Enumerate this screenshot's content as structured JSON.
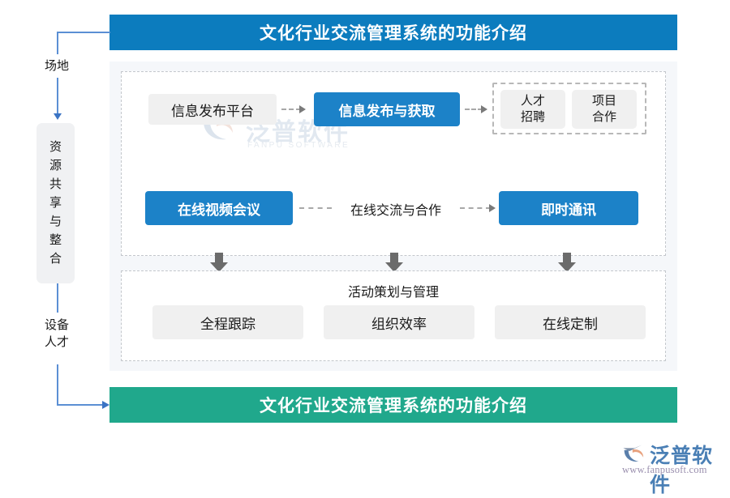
{
  "header": {
    "title": "文化行业交流管理系统的功能介绍"
  },
  "footer": {
    "title": "文化行业交流管理系统的功能介绍"
  },
  "sidebar": {
    "top_label": "场地",
    "vertical_box_chars": [
      "资",
      "源",
      "共",
      "享",
      "与",
      "整",
      "合"
    ],
    "bottom_label_line1": "设备",
    "bottom_label_line2": "人才"
  },
  "watermark": {
    "text": "泛普软件",
    "subtext": "FANPU SOFTWARE"
  },
  "flow": {
    "row1": {
      "source": "信息发布平台",
      "process": "信息发布与获取",
      "outputs": [
        "人才\n招聘",
        "项目\n合作"
      ],
      "output_1_line1": "人才",
      "output_1_line2": "招聘",
      "output_2_line1": "项目",
      "output_2_line2": "合作"
    },
    "row2": {
      "left": "在线视频会议",
      "label": "在线交流与合作",
      "right": "即时通讯"
    },
    "bottom": {
      "title": "活动策划与管理",
      "items": [
        "全程跟踪",
        "组织效率",
        "在线定制"
      ]
    }
  },
  "logo": {
    "name": "泛普软件",
    "url": "www.fanpusoft.com"
  },
  "colors": {
    "banner_blue": "#0c7cbe",
    "banner_green": "#20a88c",
    "box_blue": "#1c82c8",
    "box_gray": "#f0f0f0",
    "panel_bg": "#f5f7fa",
    "connector_blue": "#5b8fd4",
    "arrow_gray": "#6b6b6b"
  }
}
